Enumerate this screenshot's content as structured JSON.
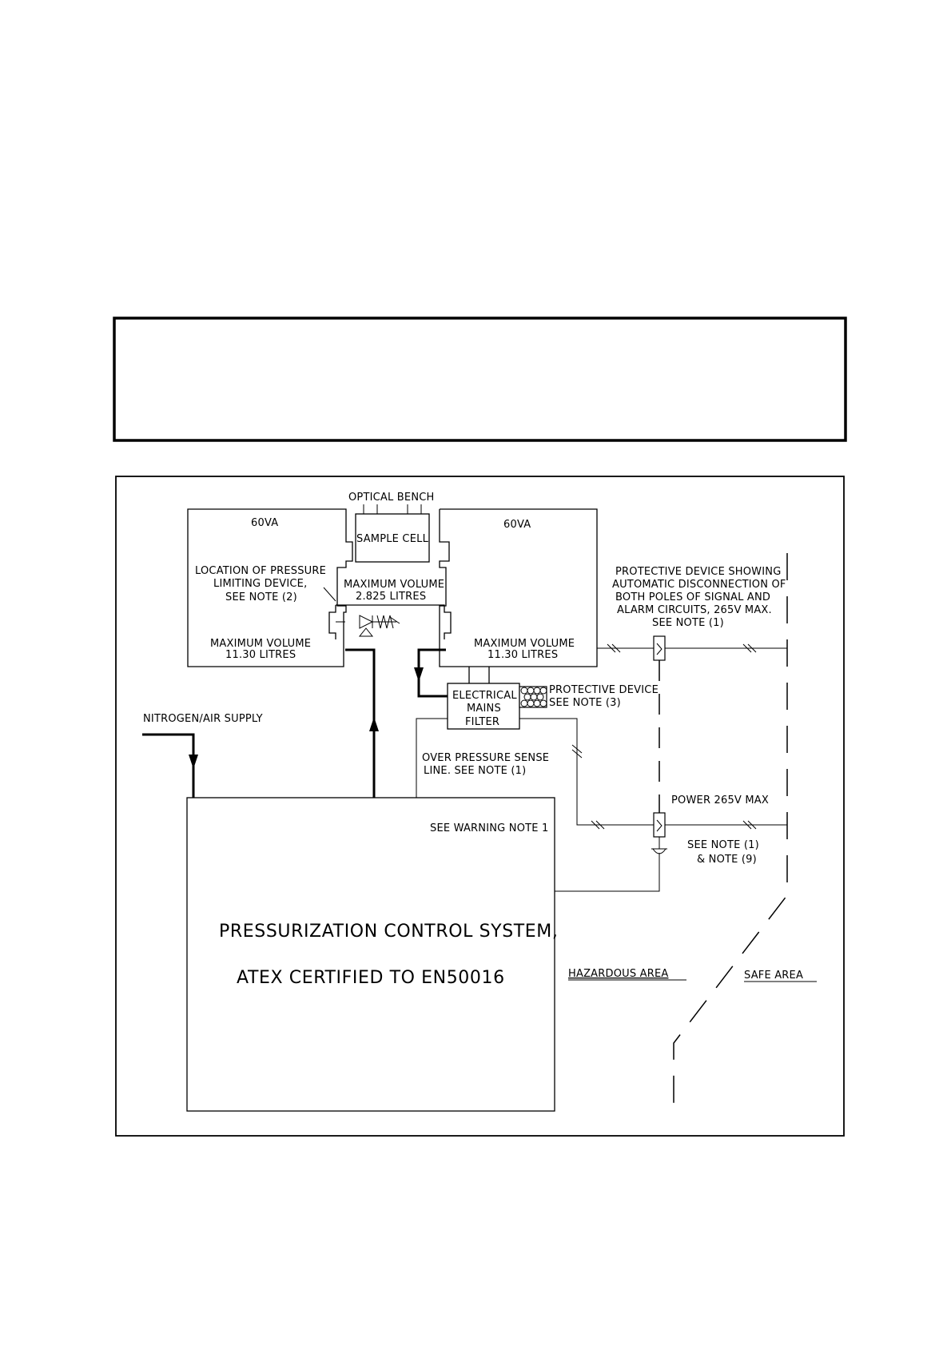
{
  "labels": {
    "optical_bench": "OPTICAL BENCH",
    "sample_cell": "SAMPLE CELL",
    "left_va": "60VA",
    "right_va": "60VA",
    "location_1": "LOCATION OF PRESSURE",
    "location_2": "LIMITING DEVICE,",
    "location_3": "SEE NOTE (2)",
    "center_vol_1": "MAXIMUM VOLUME",
    "center_vol_2": "2.825 LITRES",
    "left_vol_1": "MAXIMUM VOLUME",
    "left_vol_2": "11.30 LITRES",
    "right_vol_1": "MAXIMUM VOLUME",
    "right_vol_2": "11.30 LITRES",
    "prot_top_1": "PROTECTIVE DEVICE SHOWING",
    "prot_top_2": "AUTOMATIC DISCONNECTION OF",
    "prot_top_3": "BOTH POLES OF SIGNAL AND",
    "prot_top_4": "ALARM CIRCUITS, 265V MAX.",
    "prot_top_5": "SEE NOTE (1)",
    "filter_1": "ELECTRICAL",
    "filter_2": "MAINS",
    "filter_3": "FILTER",
    "prot_filter_1": "PROTECTIVE DEVICE",
    "prot_filter_2": "SEE NOTE (3)",
    "nitrogen": "NITROGEN/AIR SUPPLY",
    "over_pressure_1": "OVER PRESSURE SENSE",
    "over_pressure_2": "LINE. SEE NOTE (1)",
    "power": "POWER 265V MAX",
    "see_warning": "SEE WARNING NOTE 1",
    "see_note_1": "SEE NOTE (1)",
    "see_note_9": "& NOTE (9)",
    "pcs_1": "PRESSURIZATION CONTROL SYSTEM,",
    "pcs_2": "ATEX CERTIFIED TO EN50016",
    "hazardous": "HAZARDOUS AREA",
    "safe": "SAFE AREA"
  }
}
